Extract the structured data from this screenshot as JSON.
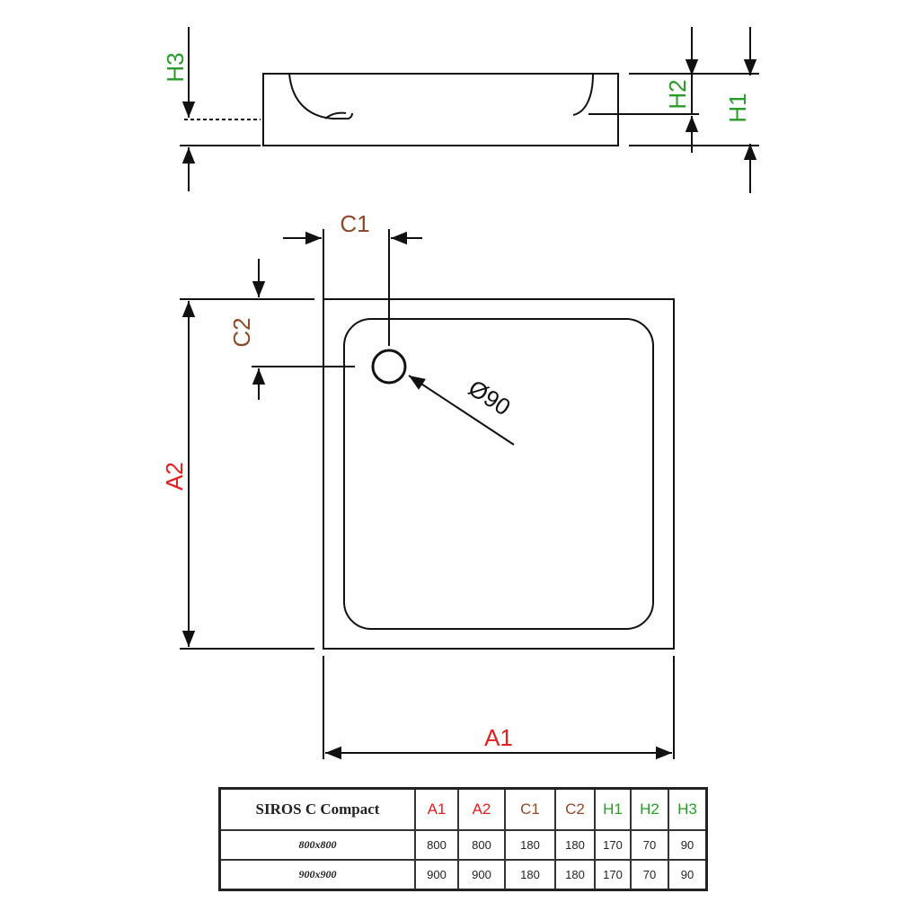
{
  "labels": {
    "A1": "A1",
    "A2": "A2",
    "C1": "C1",
    "C2": "C2",
    "H1": "H1",
    "H2": "H2",
    "H3": "H3",
    "diameter": "Ø90"
  },
  "colors": {
    "A": "#e0201e",
    "C": "#8b4a2a",
    "H": "#2a9a2a"
  },
  "table": {
    "title": "SIROS C Compact",
    "headers": [
      "A1",
      "A2",
      "C1",
      "C2",
      "H1",
      "H2",
      "H3"
    ],
    "rows": [
      {
        "size": "800x800",
        "values": [
          "800",
          "800",
          "180",
          "180",
          "170",
          "70",
          "90"
        ]
      },
      {
        "size": "900x900",
        "values": [
          "900",
          "900",
          "180",
          "180",
          "170",
          "70",
          "90"
        ]
      }
    ]
  }
}
